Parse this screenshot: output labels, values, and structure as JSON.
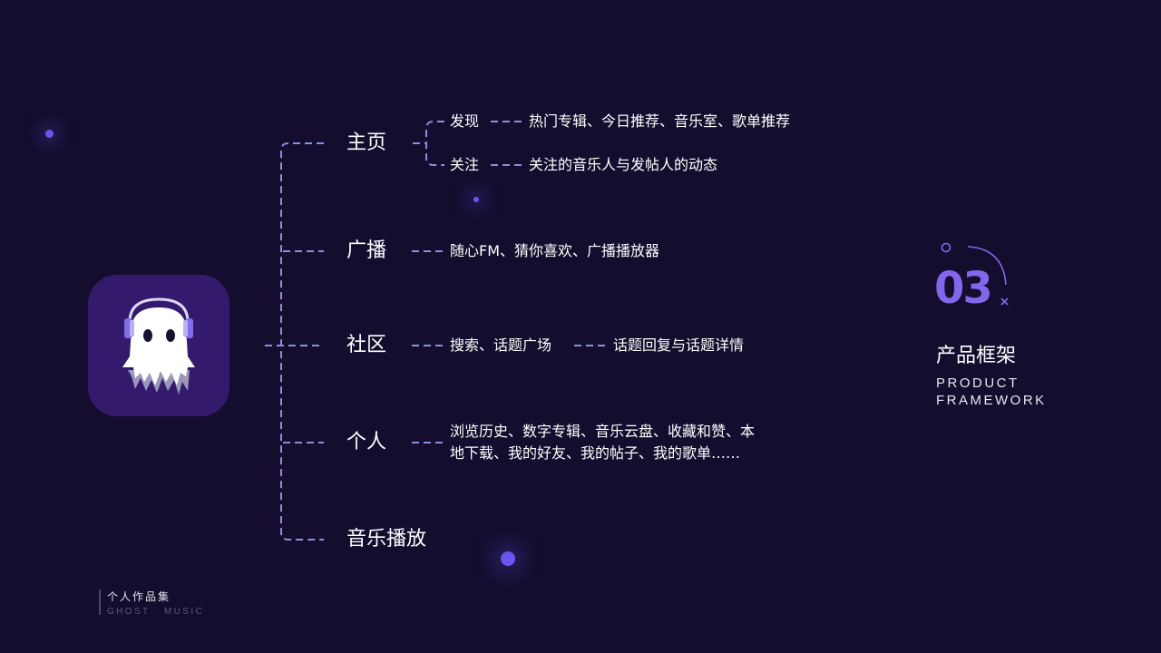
{
  "colors": {
    "background": "#140d2e",
    "accent": "#8466ec",
    "connector": "#8a8fe0",
    "icon_bg": "#341a6d"
  },
  "app": {
    "icon": "ghost-headphones-icon"
  },
  "tree": {
    "nodes": [
      {
        "label": "主页",
        "children": [
          {
            "label": "发现",
            "detail": "热门专辑、今日推荐、音乐室、歌单推荐"
          },
          {
            "label": "关注",
            "detail": "关注的音乐人与发帖人的动态"
          }
        ]
      },
      {
        "label": "广播",
        "detail": "随心FM、猜你喜欢、广播播放器"
      },
      {
        "label": "社区",
        "detail": "搜索、话题广场",
        "detail2": "话题回复与话题详情"
      },
      {
        "label": "个人",
        "detail_line1": "浏览历史、数字专辑、音乐云盘、收藏和赞、本",
        "detail_line2": "地下载、我的好友、我的帖子、我的歌单……"
      },
      {
        "label": "音乐播放"
      }
    ]
  },
  "section": {
    "number": "03",
    "title_cn": "产品框架",
    "title_en_line1": "PRODUCT",
    "title_en_line2": "FRAMEWORK"
  },
  "footer": {
    "title_cn": "个人作品集",
    "title_en": "GHOST   MUSIC"
  }
}
